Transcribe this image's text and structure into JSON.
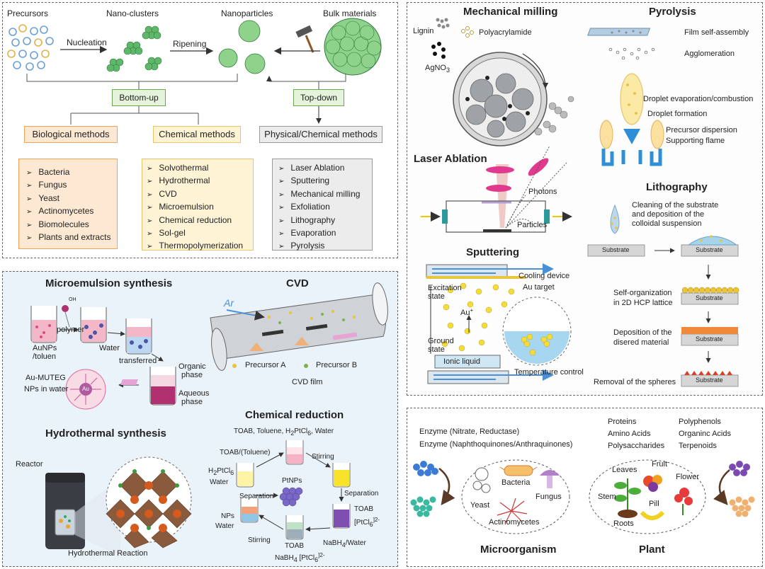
{
  "panel1": {
    "precursors": "Precursors",
    "nano_clusters": "Nano-clusters",
    "nanoparticles": "Nanoparticles",
    "bulk_materials": "Bulk materials",
    "nucleation": "Nucleation",
    "ripening": "Ripening",
    "bottom_up": "Bottom-up",
    "top_down": "Top-down",
    "biological_methods": "Biological methods",
    "chemical_methods": "Chemical methods",
    "physical_chemical_methods": "Physical/Chemical methods",
    "biological_list": [
      "Bacteria",
      "Fungus",
      "Yeast",
      "Actinomycetes",
      "Biomolecules",
      "Plants and extracts"
    ],
    "chemical_list": [
      "Solvothermal",
      "Hydrothermal",
      "CVD",
      "Microemulsion",
      "Chemical reduction",
      "Sol-gel",
      "Thermopolymerization"
    ],
    "physical_list": [
      "Laser Ablation",
      "Sputtering",
      "Mechanical milling",
      "Exfoliation",
      "Lithography",
      "Evaporation",
      "Pyrolysis"
    ],
    "colors": {
      "green_box": "#e6f3dc",
      "orange_box": "#fde9d3",
      "cream_box": "#fff3d6",
      "gray_box": "#ececec"
    }
  },
  "panel2": {
    "microemulsion_title": "Microemulsion synthesis",
    "cvd_title": "CVD",
    "oh": "OH",
    "polymer": "polymer",
    "aunps": "AuNPs",
    "toluen": "/toluen",
    "water": "Water",
    "transferred": "transferred",
    "organic": "Organic",
    "phase": "phase",
    "aqueous": "Aqueous",
    "phase2": "phase",
    "au_muteg": "Au-MUTEG",
    "nps_in_water": "NPs in water",
    "au": "Au",
    "ar": "Ar",
    "precursor_a": "Precursor A",
    "precursor_b": "Precursor B",
    "cvd_film": "CVD film",
    "chemical_reduction_title": "Chemical reduction",
    "hydrothermal_title": "Hydrothermal synthesis",
    "reactor": "Reactor",
    "hydrothermal_reaction": "Hydrothermal Reaction",
    "cr_top": "TOAB, Toluene, H",
    "cr_top_sub": "2",
    "cr_top_b": "PtCl",
    "cr_top_sub2": "6",
    "cr_top_c": ", Water",
    "toab_toluene": "TOAB/(Toluene)",
    "stirring": "Stirring",
    "stirring2": "Stirring",
    "h2ptcl6": "H",
    "h2ptcl6_sub": "2",
    "h2ptcl6_b": "PtCl",
    "h2ptcl6_sub2": "6",
    "water2": "Water",
    "ptnps": "PtNPs",
    "separation": "Separation",
    "separation2": "Separation",
    "nps": "NPs",
    "water3": "Water",
    "toab": "TOAB",
    "ptcl6": "[PtCl",
    "ptcl6_sub": "6",
    "ptcl6_sup": "]2-",
    "toab2": "TOAB",
    "nabh4_water": "NaBH",
    "nabh4_sub": "4",
    "nabh4_water_b": "/Water",
    "nabh4_b": "NaBH",
    "nabh4_b_sub": "4",
    "ptcl6_b": " [PtCl",
    "ptcl6_b_sub": "6",
    "ptcl6_b_sup": "]2-"
  },
  "panel3": {
    "mechanical_milling": "Mechanical milling",
    "pyrolysis": "Pyrolysis",
    "lignin": "Lignin",
    "polyacrylamide": "Polyacrylamide",
    "agno3": "AgNO",
    "agno3_sub": "3",
    "film_self_assembly": "Film self-assembly",
    "agglomeration": "Agglomeration",
    "droplet_evap": "Droplet evaporation/combustion",
    "droplet_formation": "Droplet formation",
    "precursor_dispersion": "Precursor dispersion",
    "supporting_flame": "Supporting flame",
    "laser_ablation": "Laser Ablation",
    "photons": "Photons",
    "particles": "Particles",
    "lithography": "Lithography",
    "litho_desc_1": "Cleaning of the substrate",
    "litho_desc_2": "and deposition of the",
    "litho_desc_3": "colloidal suspension",
    "sputtering": "Sputtering",
    "cooling_device": "Cooling device",
    "excitation_state": "Excitation",
    "state": "state",
    "au_target": "Au target",
    "au_plus": "Au",
    "ground": "Ground",
    "state2": "state",
    "ionic_liquid": "Ionic liquid",
    "temperature_control": "Temperature control",
    "substrate": "Substrate",
    "self_org_1": "Self-organization",
    "self_org_2": "in 2D HCP lattice",
    "deposition_1": "Deposition of the",
    "deposition_2": "disered material",
    "removal": "Removal of the spheres"
  },
  "panel4": {
    "enzyme1": "Enzyme (Nitrate, Reductase)",
    "enzyme2": "Enzyme (Naphthoquinones/Anthraquinones)",
    "proteins": "Proteins",
    "amino_acids": "Amino Acids",
    "polysaccharides": "Polysaccharides",
    "polyphenols": "Polyphenols",
    "organic_acids": "Organinc Acids",
    "terpenoids": "Terpenoids",
    "bacteria": "Bacteria",
    "yeast": "Yeast",
    "fungus": "Fungus",
    "actinomycetes": "Actinomycetes",
    "leaves": "Leaves",
    "fruit": "Fruit",
    "flower": "Flower",
    "stem": "Stem",
    "pill": "Pill",
    "roots": "Roots",
    "microorganism": "Microorganism",
    "plant": "Plant"
  }
}
